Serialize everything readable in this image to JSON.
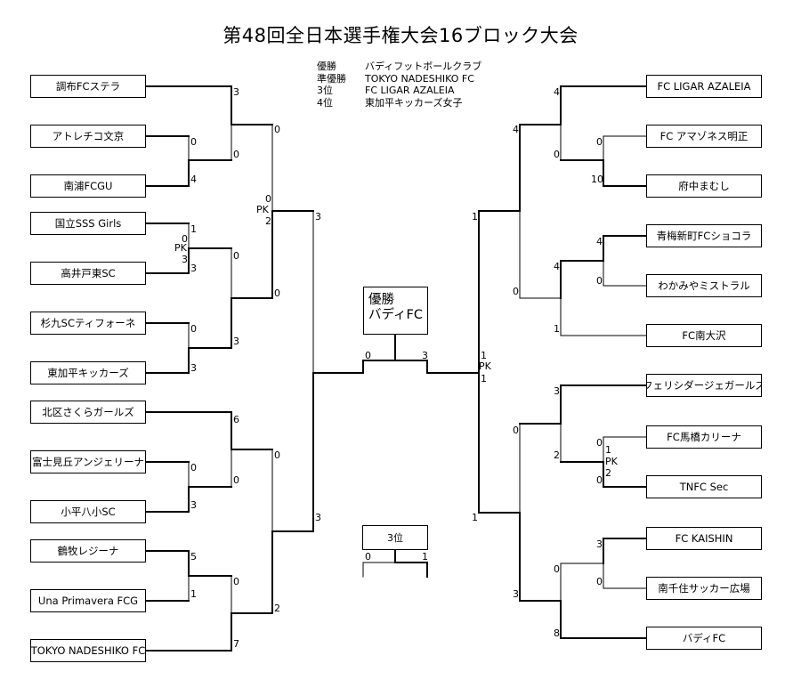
{
  "title": "第48回全日本選手権大会16ブロック大会",
  "results": [
    {
      "rank": "優勝",
      "team": "バディフットボールクラブ"
    },
    {
      "rank": "準優勝",
      "team": "TOKYO NADESHIKO FC"
    },
    {
      "rank": "3位",
      "team": "FC LIGAR AZALEIA"
    },
    {
      "rank": "4位",
      "team": "東加平キッカーズ女子"
    }
  ],
  "teams_left": [
    "調布FCステラ",
    "アトレチコ文京",
    "南浦FCGU",
    "国立SSS Girls",
    "高井戸東SC",
    "杉九SCティフォーネ",
    "東加平キッカーズ",
    "北区さくらガールズ",
    "富士見丘アンジェリーナ",
    "小平八小SC",
    "鶴牧レジーナ",
    "Una Primavera FCG",
    "TOKYO NADESHIKO FC"
  ],
  "teams_right": [
    "FC LIGAR AZALEIA",
    "FC アマゾネス明正",
    "府中まむし",
    "青梅新町FCショコラ",
    "わかみやミストラル",
    "FC南大沢",
    "フェリシダージェガールズ",
    "FC馬橋カリーナ",
    "TNFC Sec",
    "FC KAISHIN",
    "南千住サッカー広場",
    "バディFC"
  ],
  "champion_box": {
    "label": "優勝",
    "team": "バディFC"
  },
  "third_place": {
    "label": "3位",
    "score_left": "0",
    "score_right": "1"
  },
  "pk_label": "PK",
  "scores_left": [
    "3",
    "0",
    "0",
    "4",
    "0",
    "0",
    "1",
    "2",
    "0",
    "3",
    "0",
    "0",
    "3",
    "3",
    "0",
    "0",
    "2",
    "0",
    "6",
    "0",
    "0",
    "3",
    "0",
    "5",
    "0",
    "1",
    "2",
    "7",
    "3"
  ],
  "scores_right": [
    "4",
    "4",
    "0",
    "0",
    "10",
    "1",
    "4",
    "4",
    "0",
    "1",
    "0",
    "3",
    "0",
    "0",
    "2",
    "1",
    "2",
    "0",
    "3",
    "0",
    "3",
    "0",
    "8",
    "1",
    "3",
    "0",
    "1",
    "2"
  ]
}
